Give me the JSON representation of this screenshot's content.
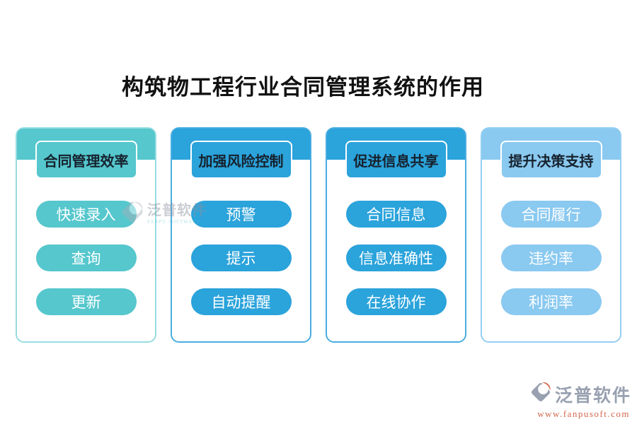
{
  "title": "构筑物工程行业合同管理系统的作用",
  "columns": [
    {
      "header": "合同管理效率",
      "items": [
        "快速录入",
        "查询",
        "更新"
      ],
      "color": "#55c7cd",
      "border_color": "#96dde1"
    },
    {
      "header": "加强风险控制",
      "items": [
        "预警",
        "提示",
        "自动提醒"
      ],
      "color": "#2ba3db",
      "border_color": "#4aade0"
    },
    {
      "header": "促进信息共享",
      "items": [
        "合同信息",
        "信息准确性",
        "在线协作"
      ],
      "color": "#2ba3db",
      "border_color": "#4aade0"
    },
    {
      "header": "提升决策支持",
      "items": [
        "合同履行",
        "违约率",
        "利润率"
      ],
      "color": "#8ac9f0",
      "border_color": "#94cef2"
    }
  ],
  "watermark": {
    "name": "泛普软件",
    "subtitle": "FANPU SOFTWARE"
  },
  "brand": {
    "name": "泛普软件",
    "url": "www.fanpusoft.com",
    "name_color": "#99a1b0",
    "url_color": "#d4664d",
    "icon_gray": "#99a1b1",
    "icon_orange": "#d4664d"
  }
}
